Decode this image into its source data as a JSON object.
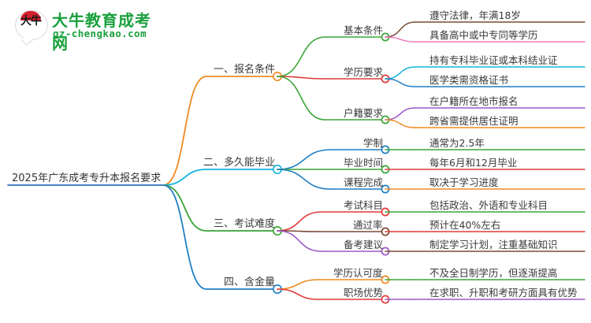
{
  "logo": {
    "badge_text": "大牛",
    "wordmark": "大牛教育成考网",
    "domain": "gz-chengkao.com",
    "badge_color": "#d3212c",
    "brand_color": "#1aa03c"
  },
  "mindmap": {
    "root": {
      "label": "2025年广东成考专升本报名要求",
      "color": "#2f6fb5"
    },
    "branches": [
      {
        "label": "一、报名条件",
        "color": "#ef8a22",
        "children": [
          {
            "label": "基本条件",
            "color": "#3aa537",
            "children": [
              {
                "label": "遵守法律，年满18岁",
                "color": "#7a4a37"
              },
              {
                "label": "具备高中或中专同等学历",
                "color": "#ef7ac0"
              }
            ]
          },
          {
            "label": "学历要求",
            "color": "#e03a3a",
            "children": [
              {
                "label": "持有专科毕业证或本科结业证",
                "color": "#18b6e0"
              },
              {
                "label": "医学类需资格证书",
                "color": "#1f7ec4"
              }
            ]
          },
          {
            "label": "户籍要求",
            "color": "#3aa537",
            "children": [
              {
                "label": "在户籍所在地市报名",
                "color": "#9b59c7"
              },
              {
                "label": "跨省需提供居住证明",
                "color": "#ef8a22"
              }
            ]
          }
        ]
      },
      {
        "label": "二、多久能毕业",
        "color": "#18b6e0",
        "children": [
          {
            "label": "学制",
            "color": "#1f7ec4",
            "children": [
              {
                "label": "通常为2.5年",
                "color": "#3aa537"
              }
            ]
          },
          {
            "label": "毕业时间",
            "color": "#3aa537",
            "children": [
              {
                "label": "每年6月和12月毕业",
                "color": "#e03a3a"
              }
            ]
          },
          {
            "label": "课程完成",
            "color": "#1f7ec4",
            "children": [
              {
                "label": "取决于学习进度",
                "color": "#ef8a22"
              }
            ]
          }
        ]
      },
      {
        "label": "三、考试难度",
        "color": "#3aa537",
        "children": [
          {
            "label": "考试科目",
            "color": "#e03a3a",
            "children": [
              {
                "label": "包括政治、外语和专业科目",
                "color": "#3aa537"
              }
            ]
          },
          {
            "label": "通过率",
            "color": "#7a4a37",
            "children": [
              {
                "label": "预计在40%左右",
                "color": "#e03a3a"
              }
            ]
          },
          {
            "label": "备考建议",
            "color": "#9b59c7",
            "children": [
              {
                "label": "制定学习计划，注重基础知识",
                "color": "#7a4a37"
              }
            ]
          }
        ]
      },
      {
        "label": "四、含金量",
        "color": "#1f7ec4",
        "children": [
          {
            "label": "学历认可度",
            "color": "#ef8a22",
            "children": [
              {
                "label": "不及全日制学历，但逐渐提高",
                "color": "#3aa537"
              }
            ]
          },
          {
            "label": "职场优势",
            "color": "#e03a3a",
            "children": [
              {
                "label": "在求职、升职和考研方面具有优势",
                "color": "#9b59c7"
              }
            ]
          }
        ]
      }
    ]
  }
}
